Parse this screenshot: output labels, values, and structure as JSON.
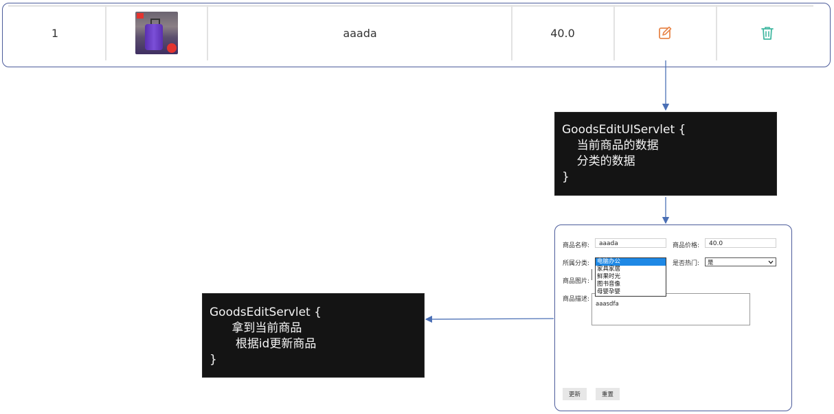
{
  "table_row": {
    "index": "1",
    "name": "aaada",
    "price": "40.0",
    "image_icon": "suitcase-product-image",
    "edit_icon": "edit-icon",
    "delete_icon": "trash-icon"
  },
  "ui_servlet": {
    "lines": [
      "GoodsEditUIServlet {",
      "    当前商品的数据",
      "    分类的数据",
      "}"
    ]
  },
  "edit_servlet": {
    "lines": [
      "GoodsEditServlet {",
      "      拿到当前商品",
      "       根据id更新商品",
      "}"
    ]
  },
  "form": {
    "name_label": "商品名称:",
    "name_value": "aaada",
    "price_label": "商品价格:",
    "price_value": "40.0",
    "category_label": "所属分类:",
    "category_options": [
      "电脑办公",
      "家具家居",
      "鲜果时光",
      "图书音像",
      "母婴孕婴"
    ],
    "category_selected_index": 0,
    "hot_label": "是否热门:",
    "hot_value": "是",
    "image_label": "商品图片:",
    "desc_label": "商品描述:",
    "desc_value": "aaasdfa",
    "update_button": "更新",
    "reset_button": "重置"
  },
  "colors": {
    "border": "#4a5a9a",
    "arrow": "#4a6fb5",
    "edit_icon": "#e8864a",
    "delete_icon": "#3fb7a0",
    "code_bg": "#141414",
    "selected_option": "#1e88e5"
  }
}
